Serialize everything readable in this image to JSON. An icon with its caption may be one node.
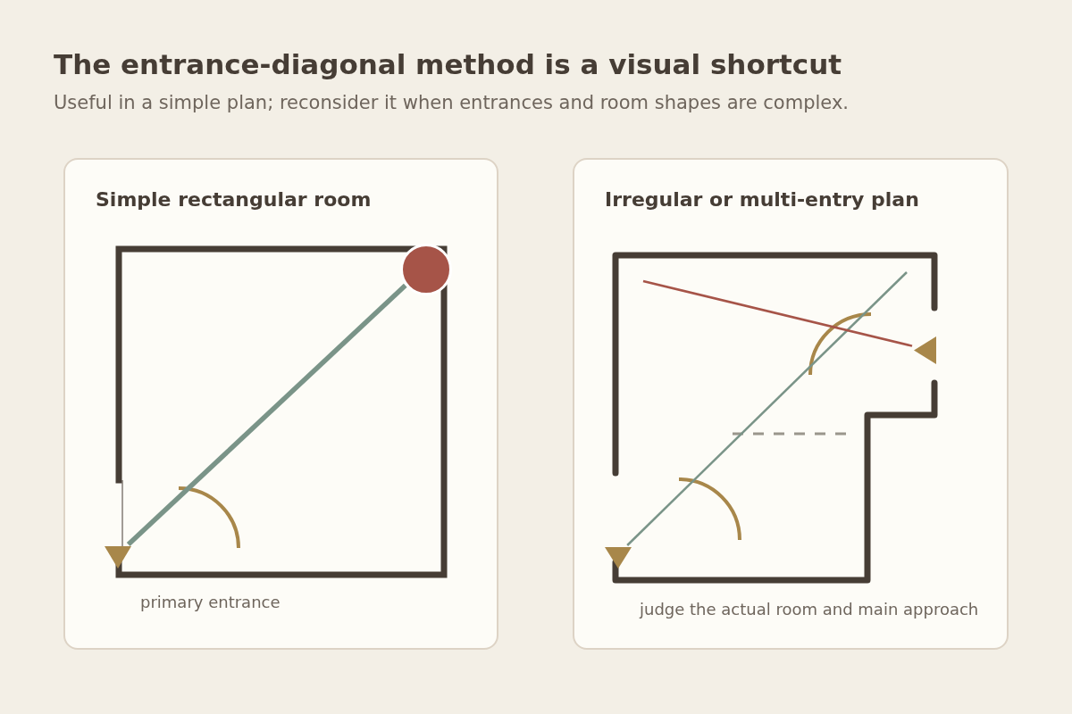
{
  "diagram": {
    "title": "The entrance-diagonal method is a visual shortcut",
    "nodes": [
      {
        "text": [
          "Simple rectangular room"
        ]
      },
      {
        "text": [],
        "shape": "triangle",
        "in": 0,
        "beside": [
          "primary entrance"
        ]
      },
      {
        "text": [],
        "shape": "circle",
        "in": 0
      },
      {
        "text": [
          "Irregular or multi-entry plan",
          "judge the actual room and main approach"
        ]
      },
      {
        "text": [],
        "shape": "triangle",
        "in": 3
      },
      {
        "text": [],
        "shape": "triangle",
        "in": 3
      }
    ],
    "edges": [
      {
        "from": 1,
        "to": 2,
        "arrow": "none",
        "style": "thick"
      },
      {
        "from": 4,
        "to": null,
        "arrow": "none"
      },
      {
        "from": 5,
        "to": null,
        "arrow": "none",
        "color": "#a65448"
      }
    ],
    "labels": [
      "Useful in a simple plan; reconsider it when entrances and room shapes are complex."
    ]
  }
}
